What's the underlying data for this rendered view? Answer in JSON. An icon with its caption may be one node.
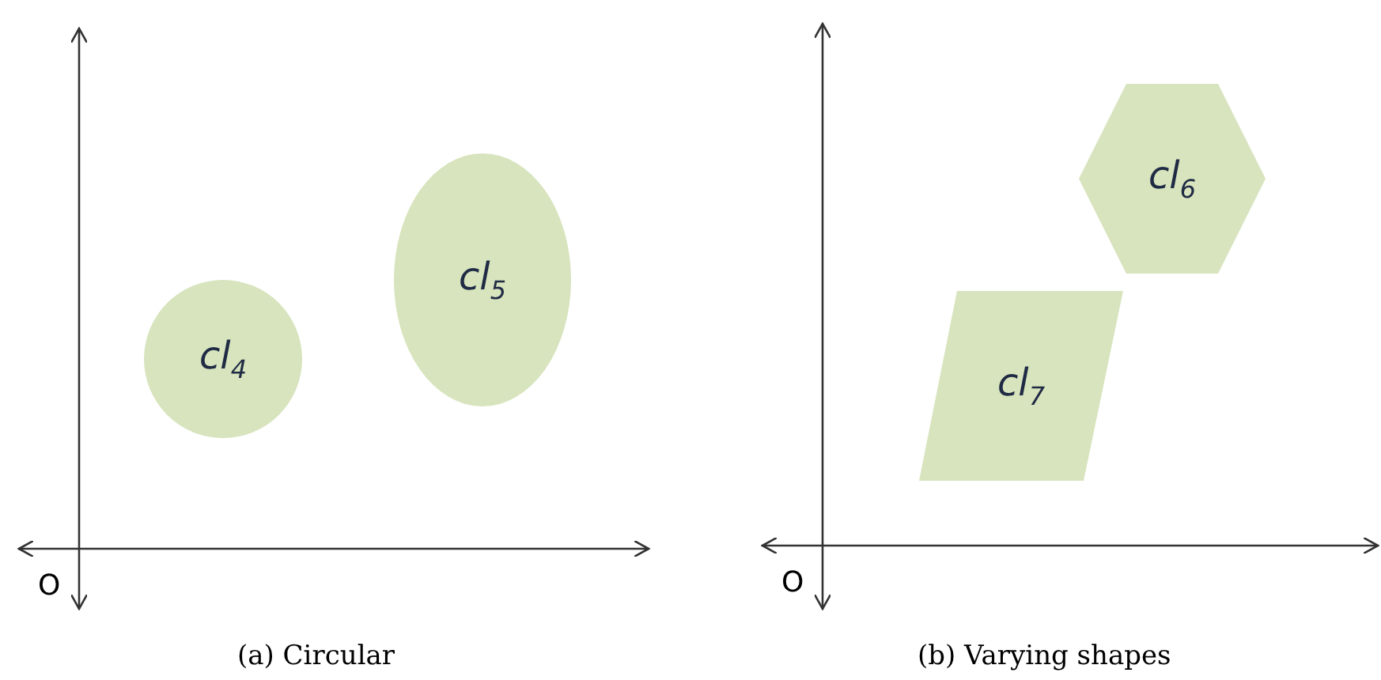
{
  "diagram": {
    "nodes": [
      {
        "text": [
          "cl$_{4}$"
        ]
      },
      {
        "text": [
          "cl$_{5}$"
        ]
      },
      {
        "text": [
          "cl$_{6}$"
        ]
      },
      {
        "text": [
          "cl$_{7}$"
        ]
      }
    ],
    "labels": [
      "O",
      "(a) Circular",
      "O",
      "(b) Varying shapes"
    ]
  }
}
